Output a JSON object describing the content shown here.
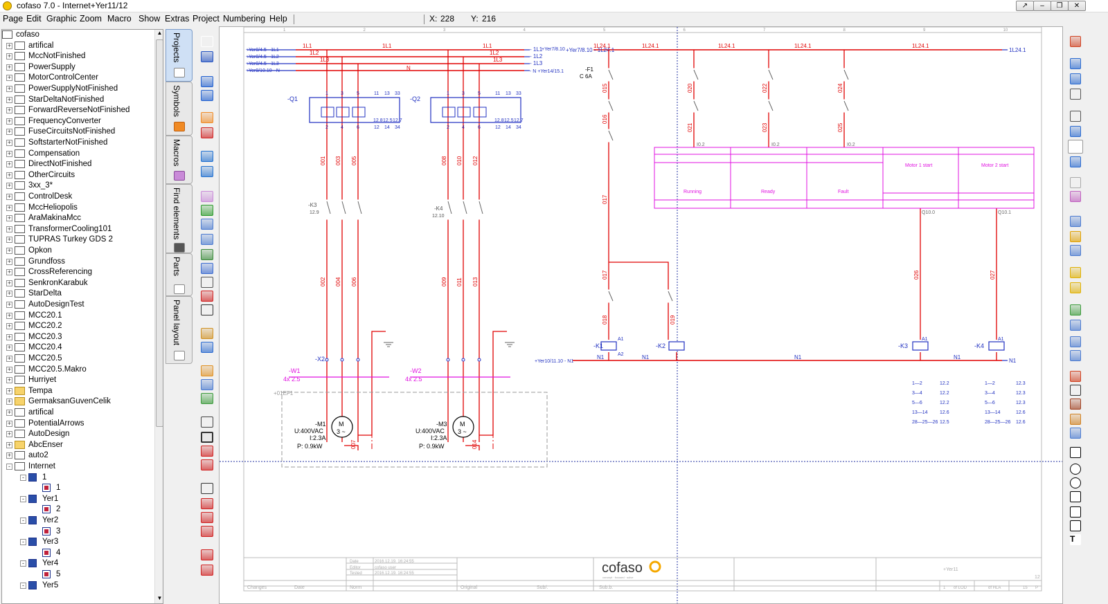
{
  "window": {
    "title": "cofaso 7.0 - Internet+Yer11/12"
  },
  "menu": [
    "Page",
    "Edit",
    "Graphic",
    "Zoom",
    "Macro",
    "Show",
    "Extras",
    "Project",
    "Numbering",
    "Help"
  ],
  "coords": {
    "x_label": "X:",
    "x_value": "228",
    "y_label": "Y:",
    "y_value": "216"
  },
  "tree": {
    "root": "cofaso",
    "projects": [
      "artifical",
      "MccNotFinished",
      "PowerSupply",
      "MotorControlCenter",
      "PowerSupplyNotFinished",
      "StarDeltaNotFinished",
      "ForwardReverseNotFinished",
      "FrequencyConverter",
      "FuseCircuitsNotFinished",
      "SoftstarterNotFinished",
      "Compensation",
      "DirectNotFinished",
      "OtherCircuits",
      "3xx_3*",
      "ControlDesk",
      "MccHeliopolis",
      "AraMakinaMcc",
      "TransformerCooling101",
      "TUPRAS Turkey GDS 2",
      "Opkon",
      "Grundfoss",
      "CrossReferencing",
      "SenkronKarabuk",
      "StarDelta",
      "AutoDesignTest",
      "MCC20.1",
      "MCC20.2",
      "MCC20.3",
      "MCC20.4",
      "MCC20.5",
      "MCC20.5.Makro",
      "Hurriyet"
    ],
    "folders": [
      "Tempa",
      "GermaksanGuvenCelik"
    ],
    "projects2": [
      "artifical",
      "PotentialArrows",
      "AutoDesign"
    ],
    "folders2": [
      "AbcEnser"
    ],
    "projects3": [
      "auto2"
    ],
    "open_project": "Internet",
    "subitems": [
      {
        "group": "1",
        "page": "1"
      },
      {
        "group": "Yer1",
        "page": "2"
      },
      {
        "group": "Yer2",
        "page": "3"
      },
      {
        "group": "Yer3",
        "page": "4"
      },
      {
        "group": "Yer4",
        "page": "5"
      },
      {
        "group": "Yer5",
        "page": ""
      }
    ]
  },
  "side_tabs": [
    "Projects",
    "Symbols",
    "Macros",
    "Find elements",
    "Parts",
    "Panel layout"
  ],
  "icons": {
    "app": "cofaso-app-icon",
    "tools_left": [
      "new-page-icon",
      "save-icon",
      "page-up-icon",
      "page-down-icon",
      "rss-icon",
      "delete-icon",
      "undo-icon",
      "redo-icon",
      "macro-icon",
      "arrow-icon",
      "pipette-icon",
      "pipette2-icon",
      "tree-icon",
      "select-rect-icon",
      "connector-icon",
      "cross-wire-icon",
      "dimension-icon",
      "zoom-icon",
      "window-icon",
      "flag-orange-icon",
      "flag-blue-icon",
      "flag-green-icon",
      "corner-icon",
      "corner2-icon",
      "corner3-icon",
      "corner4-icon",
      "tee-icon",
      "tee2-icon",
      "tee3-icon",
      "tee4-icon",
      "diag-icon",
      "arrow-up-red-icon"
    ],
    "tools_right": [
      "pdf-icon",
      "checklist-icon",
      "layout-icon",
      "print-icon",
      "gift-icon",
      "arrow-up-blue-icon",
      "blank-icon",
      "arrow-down-blue-icon",
      "page-icon",
      "tag-icon",
      "wrench-icon",
      "warning-icon",
      "window2-icon",
      "bulb-icon",
      "bulb2-icon",
      "palette-icon",
      "grid-icon",
      "copy-icon",
      "copy2-icon",
      "pdf2-icon",
      "soccer-icon",
      "football-icon",
      "puzzle-icon",
      "search2-icon",
      "line-tool-icon",
      "circle-tool-icon",
      "ellipse-tool-icon",
      "rect-tool-icon",
      "arc-tool-icon",
      "poly-tool-icon",
      "text-tool-icon"
    ]
  },
  "schematic": {
    "column_numbers": [
      "1",
      "2",
      "3",
      "4",
      "5",
      "6",
      "7",
      "8",
      "9",
      "10"
    ],
    "power_refs": [
      "+Yer0/4.5 - 1L1",
      "+Yer0/4.5 - 1L2",
      "+Yer0/4.5 - 1L3",
      "+Yer9/10.10 - N"
    ],
    "power_labels": [
      "1L1",
      "1L2",
      "1L3",
      "N"
    ],
    "power_out_refs": [
      "- 1L1",
      "- 1L2",
      "- 1L3",
      "- N +Yer14/15.1"
    ],
    "out_ref_l1": "+Yer7/8.10",
    "ctrl_in": "+Yer7/8.10 - 1L24.1",
    "ctrl_label": "1L24.1",
    "ctrl_out": "1L24.1",
    "n_ref": "+Yer10/11.10 - N1",
    "n_label": "N1",
    "n_out": "N1",
    "breaker1": {
      "name": "-Q1",
      "contacts": [
        "1",
        "3",
        "5",
        "11",
        "13",
        "33"
      ],
      "bottom": [
        "2",
        "4",
        "6",
        "12",
        "14",
        "34"
      ],
      "refs": [
        "12.8",
        "12.5",
        "12.7"
      ]
    },
    "breaker2": {
      "name": "-Q2",
      "contacts": [
        "1",
        "3",
        "5",
        "11",
        "13",
        "33"
      ],
      "bottom": [
        "2",
        "4",
        "6",
        "12",
        "14",
        "34"
      ],
      "refs": [
        "12.8",
        "12.5",
        "12.7"
      ]
    },
    "wires_m1": [
      "001",
      "003",
      "005",
      "002",
      "004",
      "006",
      "007"
    ],
    "wires_m2": [
      "008",
      "010",
      "012",
      "009",
      "011",
      "013",
      "014"
    ],
    "k3": {
      "name": "-K3",
      "ref": "12.9"
    },
    "k4": {
      "name": "-K4",
      "ref": "12.10"
    },
    "terminal1": "-X2",
    "terminal2": "",
    "cable1": {
      "name": "-W1",
      "type": "4x 2.5"
    },
    "cable2": {
      "name": "-W2",
      "type": "4x 2.5"
    },
    "location": "+01EF1",
    "motor1": {
      "name": "-M1",
      "u": "U:400VAC",
      "i": "I:2.3A",
      "p": "P: 0.9kW",
      "sym": "M",
      "phase": "3 ~"
    },
    "motor2": {
      "name": "-M3",
      "u": "U:400VAC",
      "i": "I:2.3A",
      "p": "P: 0.9kW",
      "sym": "M",
      "phase": "3 ~"
    },
    "fuse": {
      "name": "-F1",
      "rating": "C 6A"
    },
    "ctrl_wires": [
      "015",
      "016",
      "017",
      "017",
      "018",
      "019",
      "020",
      "021",
      "022",
      "023",
      "024",
      "025",
      "026",
      "027"
    ],
    "plc_labels": [
      "Running",
      "Ready",
      "Fault",
      "Motor 1 start",
      "Motor 2 start"
    ],
    "plc_inputs": [
      "I0.2",
      "I0.2",
      "I0.2"
    ],
    "plc_outputs": [
      "Q10.0",
      "Q10.1"
    ],
    "coils": [
      "-K1",
      "-K2",
      "-K3",
      "-K4"
    ],
    "coil_pins": [
      "A1",
      "A2"
    ],
    "xref_k3": [
      [
        "1—2",
        "12.2"
      ],
      [
        "3—4",
        "12.2"
      ],
      [
        "5—6",
        "12.2"
      ],
      [
        "13—14",
        "12.6"
      ],
      [
        "28—25—26",
        "12.5"
      ]
    ],
    "xref_k4": [
      [
        "1—2",
        "12.3"
      ],
      [
        "3—4",
        "12.3"
      ],
      [
        "5—6",
        "12.3"
      ],
      [
        "13—14",
        "12.6"
      ],
      [
        "28—25—26",
        "12.6"
      ]
    ],
    "title_block": {
      "date_label": "Date",
      "date": "2016.12.19. 16:24:55",
      "editor_label": "Editor",
      "editor": "cofaso user",
      "tested_label": "Tested",
      "tested": "2016.12.19. 16:24:55",
      "changes": "Changes",
      "date2": "Date",
      "norm": "Norm",
      "original": "Original",
      "subst": "Sub/.",
      "subb": "Sub.b.",
      "logo": "cofaso",
      "logo_tag": "concept · focused · solve",
      "place": "+Yer11",
      "page": "12",
      "of_lod": "of LOD",
      "of_hla": "of HLA",
      "p1": "1",
      "p2": "15",
      "p3": "P"
    }
  }
}
